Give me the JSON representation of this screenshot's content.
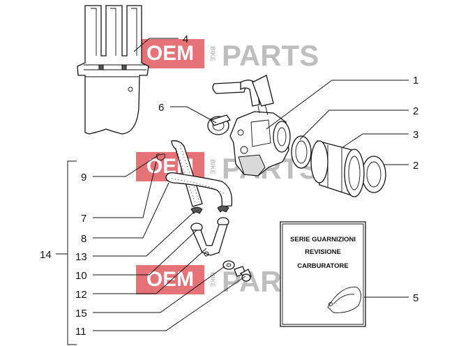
{
  "watermark": {
    "brand_left": "OEM",
    "brand_small": "BIKE",
    "brand_right": "PARTS",
    "color_red": "#e05a60",
    "color_gray": "#b3b3b3"
  },
  "callouts": {
    "c1": "1",
    "c2a": "2",
    "c2b": "2",
    "c3": "3",
    "c4": "4",
    "c5": "5",
    "c6": "6",
    "c7": "7",
    "c8": "8",
    "c9": "9",
    "c10": "10",
    "c11": "11",
    "c12": "12",
    "c13": "13",
    "c14": "14",
    "c15": "15"
  },
  "gasket_card": {
    "line1": "SERIE GUARNIZIONI",
    "line2": "REVISIONE",
    "line3": "CARBURATORE"
  }
}
